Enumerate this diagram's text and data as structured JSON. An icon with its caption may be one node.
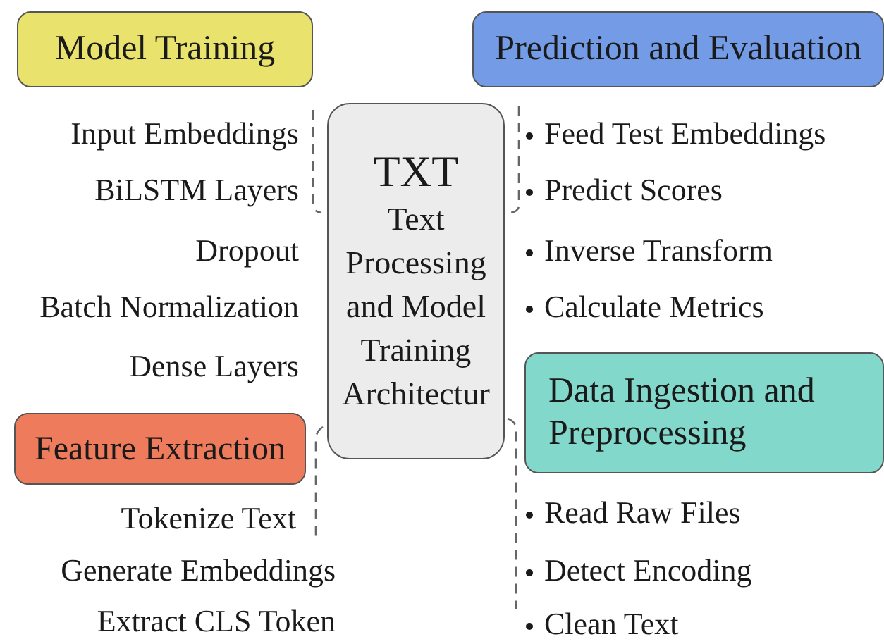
{
  "diagram": {
    "nodes": [
      {
        "text": [
          "TXT",
          "Text Processing and Model Training Architectur"
        ]
      },
      {
        "text": [
          "Model Training"
        ],
        "beside": [
          "Input Embeddings",
          "BiLSTM Layers",
          "Dropout",
          "Batch Normalization",
          "Dense Layers"
        ]
      },
      {
        "text": [
          "Prediction and Evaluation"
        ],
        "beside": [
          "Feed Test Embeddings",
          "Predict Scores",
          "Inverse Transform",
          "Calculate Metrics"
        ]
      },
      {
        "text": [
          "Feature Extraction"
        ],
        "beside": [
          "Tokenize Text",
          "Generate Embeddings",
          "Extract CLS Token"
        ]
      },
      {
        "text": [
          "Data Ingestion and Preprocessing"
        ],
        "beside": [
          "Read Raw Files",
          "Detect Encoding",
          "Clean Text"
        ]
      }
    ]
  }
}
